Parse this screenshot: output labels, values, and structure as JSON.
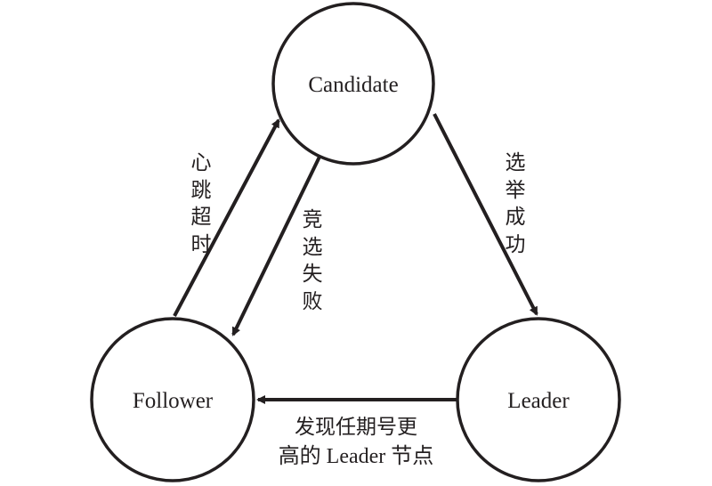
{
  "nodes": {
    "candidate": {
      "label": "Candidate"
    },
    "follower": {
      "label": "Follower"
    },
    "leader": {
      "label": "Leader"
    }
  },
  "edges": {
    "heartbeat_timeout": {
      "lines": [
        "心",
        "跳",
        "超",
        "时"
      ]
    },
    "election_failed": {
      "lines": [
        "竞",
        "选",
        "失",
        "败"
      ]
    },
    "election_success": {
      "lines": [
        "选",
        "举",
        "成",
        "功"
      ]
    },
    "higher_term": {
      "lines": [
        "发现任期号更",
        "高的 Leader 节点"
      ]
    }
  },
  "colors": {
    "stroke": "#231f20",
    "background": "#ffffff"
  }
}
